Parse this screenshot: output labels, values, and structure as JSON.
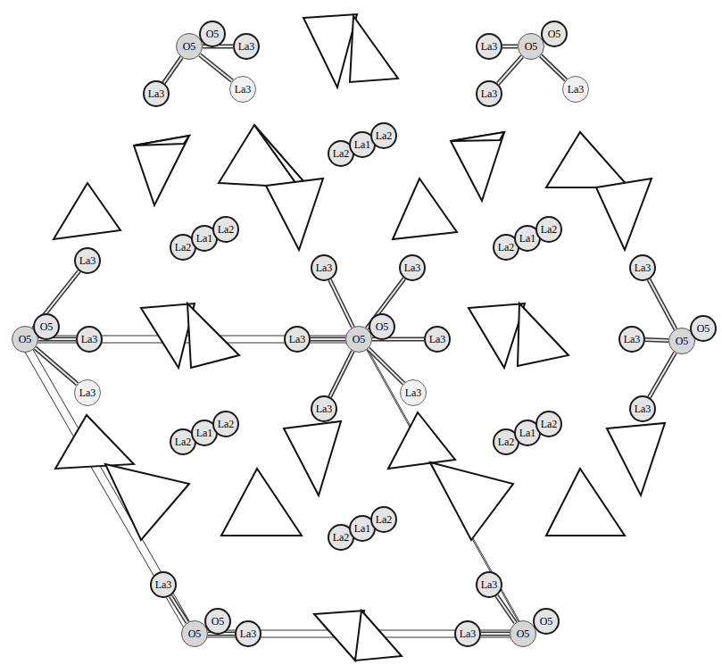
{
  "diagram": {
    "nodes": [
      {
        "text": [
          "O5"
        ]
      },
      {
        "text": [
          "O5"
        ]
      },
      {
        "text": [
          "La3"
        ]
      },
      {
        "text": [
          "La3"
        ]
      },
      {
        "text": [
          "O5"
        ]
      },
      {
        "text": [
          "O5"
        ]
      },
      {
        "text": [
          "La3"
        ]
      },
      {
        "text": [
          "La3"
        ]
      },
      {
        "text": [
          "La3"
        ]
      },
      {
        "text": [
          "La3"
        ]
      },
      {
        "text": [
          "La2"
        ]
      },
      {
        "text": [
          "La1"
        ]
      },
      {
        "text": [
          "La2"
        ]
      },
      {
        "text": [
          "La2"
        ]
      },
      {
        "text": [
          "La1"
        ]
      },
      {
        "text": [
          "La2"
        ]
      },
      {
        "text": [
          "La2"
        ]
      },
      {
        "text": [
          "La1"
        ]
      },
      {
        "text": [
          "La2"
        ]
      },
      {
        "text": [
          "La3"
        ]
      },
      {
        "text": [
          "La3"
        ]
      },
      {
        "text": [
          "La3"
        ]
      },
      {
        "text": [
          "La3"
        ]
      },
      {
        "text": [
          "O5"
        ]
      },
      {
        "text": [
          "O5"
        ]
      },
      {
        "text": [
          "La3"
        ]
      },
      {
        "text": [
          "La3"
        ]
      },
      {
        "text": [
          "O5"
        ]
      },
      {
        "text": [
          "O5"
        ]
      },
      {
        "text": [
          "La3"
        ]
      },
      {
        "text": [
          "La3"
        ]
      },
      {
        "text": [
          "O5"
        ]
      },
      {
        "text": [
          "O5"
        ]
      },
      {
        "text": [
          "La3"
        ]
      },
      {
        "text": [
          "La3"
        ]
      },
      {
        "text": [
          "La3"
        ]
      },
      {
        "text": [
          "La3"
        ]
      },
      {
        "text": [
          "La2"
        ]
      },
      {
        "text": [
          "La1"
        ]
      },
      {
        "text": [
          "La2"
        ]
      },
      {
        "text": [
          "La2"
        ]
      },
      {
        "text": [
          "La1"
        ]
      },
      {
        "text": [
          "La2"
        ]
      },
      {
        "text": [
          "La2"
        ]
      },
      {
        "text": [
          "La1"
        ]
      },
      {
        "text": [
          "La2"
        ]
      },
      {
        "text": [
          "La3"
        ]
      },
      {
        "text": [
          "La3"
        ]
      },
      {
        "text": [
          "O5"
        ]
      },
      {
        "text": [
          "O5"
        ]
      },
      {
        "text": [
          "La3"
        ]
      },
      {
        "text": [
          "La3"
        ]
      },
      {
        "text": [
          "O5"
        ]
      },
      {
        "text": [
          "O5"
        ]
      }
    ],
    "edges": [
      {
        "from": 0,
        "to": 2,
        "arrow": "none"
      },
      {
        "from": 0,
        "to": 6,
        "arrow": "none"
      },
      {
        "from": 0,
        "to": 7,
        "arrow": "none"
      },
      {
        "from": 4,
        "to": 3,
        "arrow": "none"
      },
      {
        "from": 4,
        "to": 8,
        "arrow": "none"
      },
      {
        "from": 4,
        "to": 9,
        "arrow": "none"
      },
      {
        "from": 23,
        "to": 19,
        "arrow": "none"
      },
      {
        "from": 23,
        "to": 25,
        "arrow": "none"
      },
      {
        "from": 23,
        "to": 33,
        "arrow": "none"
      },
      {
        "from": 27,
        "to": 20,
        "arrow": "none"
      },
      {
        "from": 27,
        "to": 21,
        "arrow": "none"
      },
      {
        "from": 27,
        "to": 26,
        "arrow": "none"
      },
      {
        "from": 27,
        "to": 29,
        "arrow": "none"
      },
      {
        "from": 27,
        "to": 34,
        "arrow": "none"
      },
      {
        "from": 27,
        "to": 35,
        "arrow": "none"
      },
      {
        "from": 31,
        "to": 22,
        "arrow": "none"
      },
      {
        "from": 31,
        "to": 30,
        "arrow": "none"
      },
      {
        "from": 31,
        "to": 36,
        "arrow": "none"
      },
      {
        "from": 48,
        "to": 46,
        "arrow": "none"
      },
      {
        "from": 48,
        "to": 50,
        "arrow": "none"
      },
      {
        "from": 52,
        "to": 47,
        "arrow": "none"
      },
      {
        "from": 52,
        "to": 51,
        "arrow": "none"
      }
    ]
  }
}
